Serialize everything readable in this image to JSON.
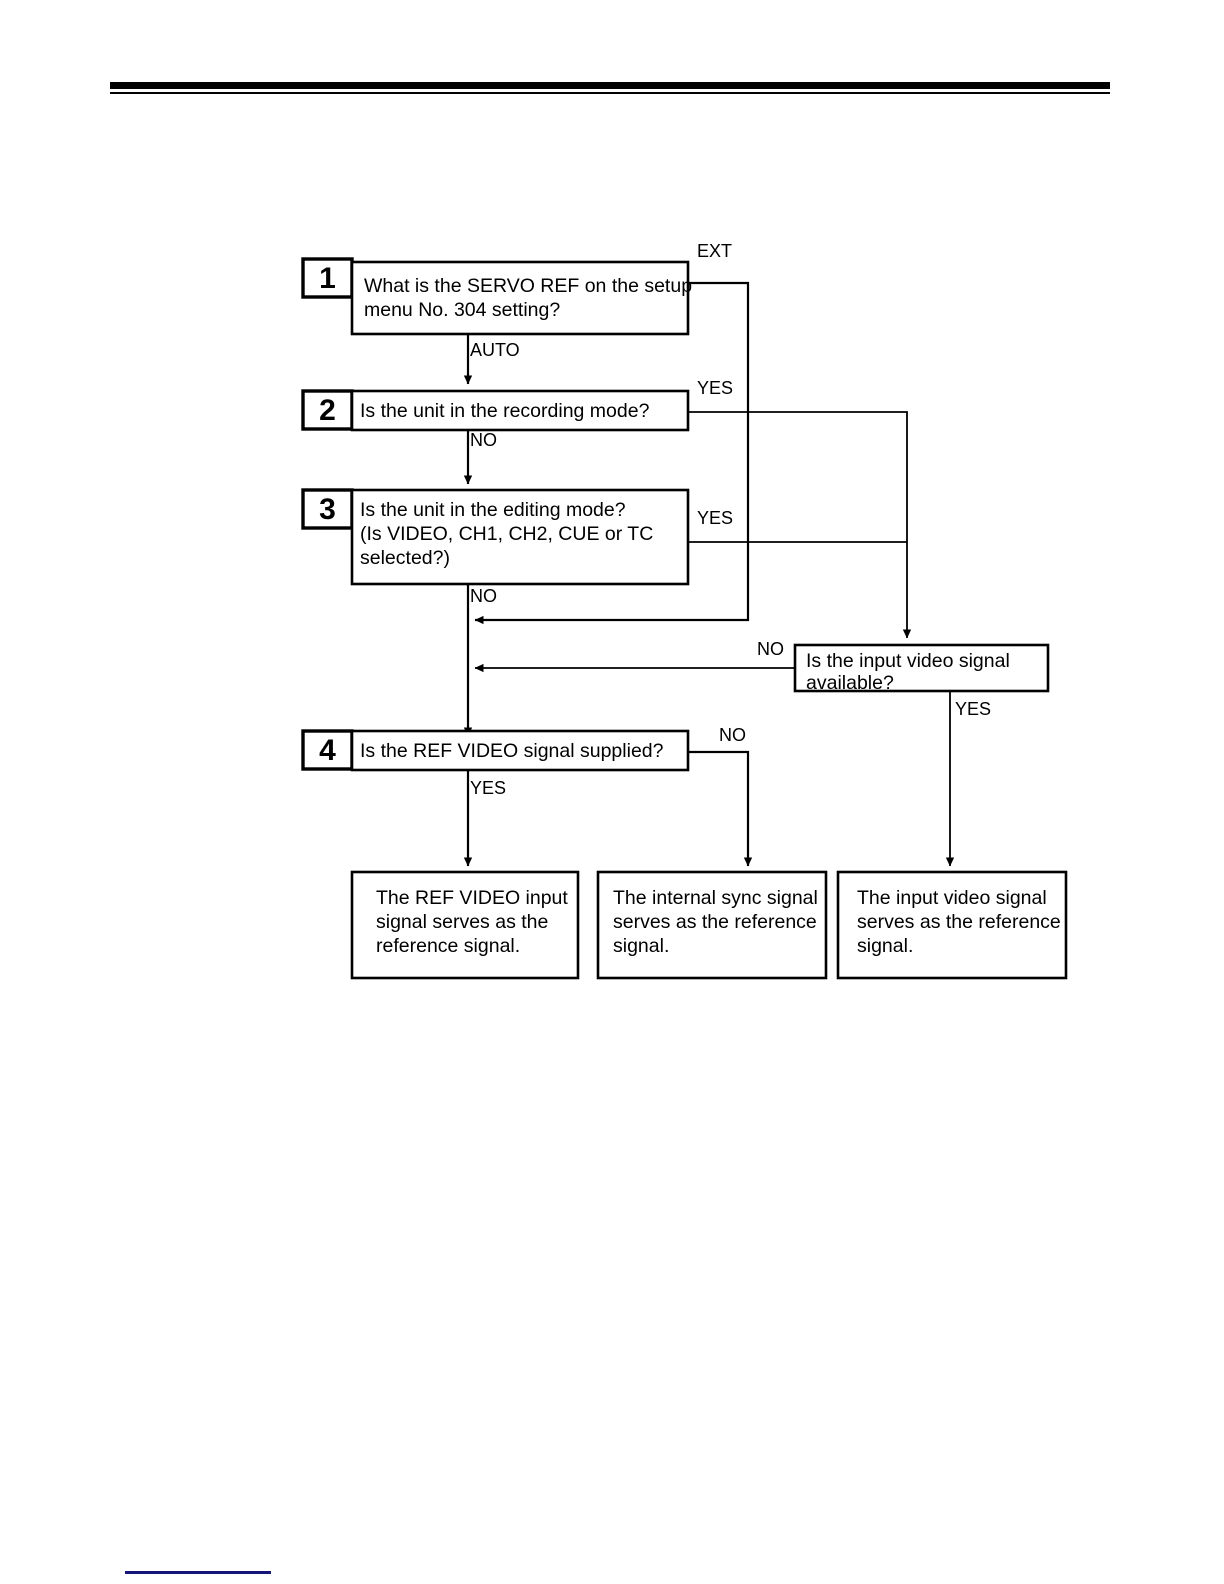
{
  "page": {
    "background_color": "#ffffff",
    "ink_color": "#000000",
    "footer_rule_color": "#15157a"
  },
  "chart_data": {
    "type": "diagram",
    "title": "",
    "diagram_kind": "decision-flowchart",
    "nodes": [
      {
        "id": "step1",
        "badge": "1",
        "lines": [
          "What is the SERVO REF on the setup",
          "menu No. 304 setting?"
        ],
        "shape": "rect"
      },
      {
        "id": "step2",
        "badge": "2",
        "lines": [
          "Is the unit in the recording mode?"
        ],
        "shape": "rect"
      },
      {
        "id": "step3",
        "badge": "3",
        "lines": [
          "Is the unit in the editing mode?",
          "(Is VIDEO, CH1, CH2, CUE or TC",
          "selected?)"
        ],
        "shape": "rect"
      },
      {
        "id": "video_avail",
        "badge": "",
        "lines": [
          "Is the input video signal",
          "available?"
        ],
        "shape": "rect"
      },
      {
        "id": "step4",
        "badge": "4",
        "lines": [
          "Is the REF VIDEO signal supplied?"
        ],
        "shape": "rect"
      },
      {
        "id": "result_refvideo",
        "badge": "",
        "lines": [
          "The REF VIDEO input",
          "signal serves as the",
          "reference signal."
        ],
        "shape": "rect"
      },
      {
        "id": "result_internal",
        "badge": "",
        "lines": [
          "The internal sync signal",
          "serves as the reference",
          "signal."
        ],
        "shape": "rect"
      },
      {
        "id": "result_inputvideo",
        "badge": "",
        "lines": [
          "The input video signal",
          "serves as the reference",
          "signal."
        ],
        "shape": "rect"
      }
    ],
    "edges": [
      {
        "from": "step1",
        "to": "step2",
        "label": "AUTO"
      },
      {
        "from": "step1",
        "to": "step4",
        "label": "EXT"
      },
      {
        "from": "step2",
        "to": "step3",
        "label": "NO"
      },
      {
        "from": "step2",
        "to": "video_avail",
        "label": "YES"
      },
      {
        "from": "step3",
        "to": "step4",
        "label": "NO"
      },
      {
        "from": "step3",
        "to": "video_avail",
        "label": "YES"
      },
      {
        "from": "video_avail",
        "to": "step4",
        "label": "NO"
      },
      {
        "from": "video_avail",
        "to": "result_inputvideo",
        "label": "YES"
      },
      {
        "from": "step4",
        "to": "result_refvideo",
        "label": "YES"
      },
      {
        "from": "step4",
        "to": "result_internal",
        "label": "NO"
      }
    ]
  },
  "flow": {
    "step1": {
      "badge": "1",
      "line1": "What is the SERVO REF on the setup",
      "line2": "menu No. 304 setting?"
    },
    "step2": {
      "badge": "2",
      "line1": "Is the unit in the recording mode?"
    },
    "step3": {
      "badge": "3",
      "line1": "Is the unit in the editing mode?",
      "line2": "(Is VIDEO, CH1, CH2, CUE or TC",
      "line3": "selected?)"
    },
    "step4": {
      "badge": "4",
      "line1": "Is the REF VIDEO signal supplied?"
    },
    "video_avail": {
      "line1": "Is the input video signal",
      "line2": "available?"
    },
    "result_refvideo": {
      "line1": "The REF VIDEO input",
      "line2": "signal serves as the",
      "line3": "reference signal."
    },
    "result_internal": {
      "line1": "The internal sync signal",
      "line2": "serves as the reference",
      "line3": "signal."
    },
    "result_inputvideo": {
      "line1": "The input video signal",
      "line2": "serves as the reference",
      "line3": "signal."
    },
    "labels": {
      "ext": "EXT",
      "auto": "AUTO",
      "yes2": "YES",
      "no2": "NO",
      "yes3": "YES",
      "no3": "NO",
      "no_video": "NO",
      "yes_video": "YES",
      "no4": "NO",
      "yes4": "YES"
    }
  }
}
